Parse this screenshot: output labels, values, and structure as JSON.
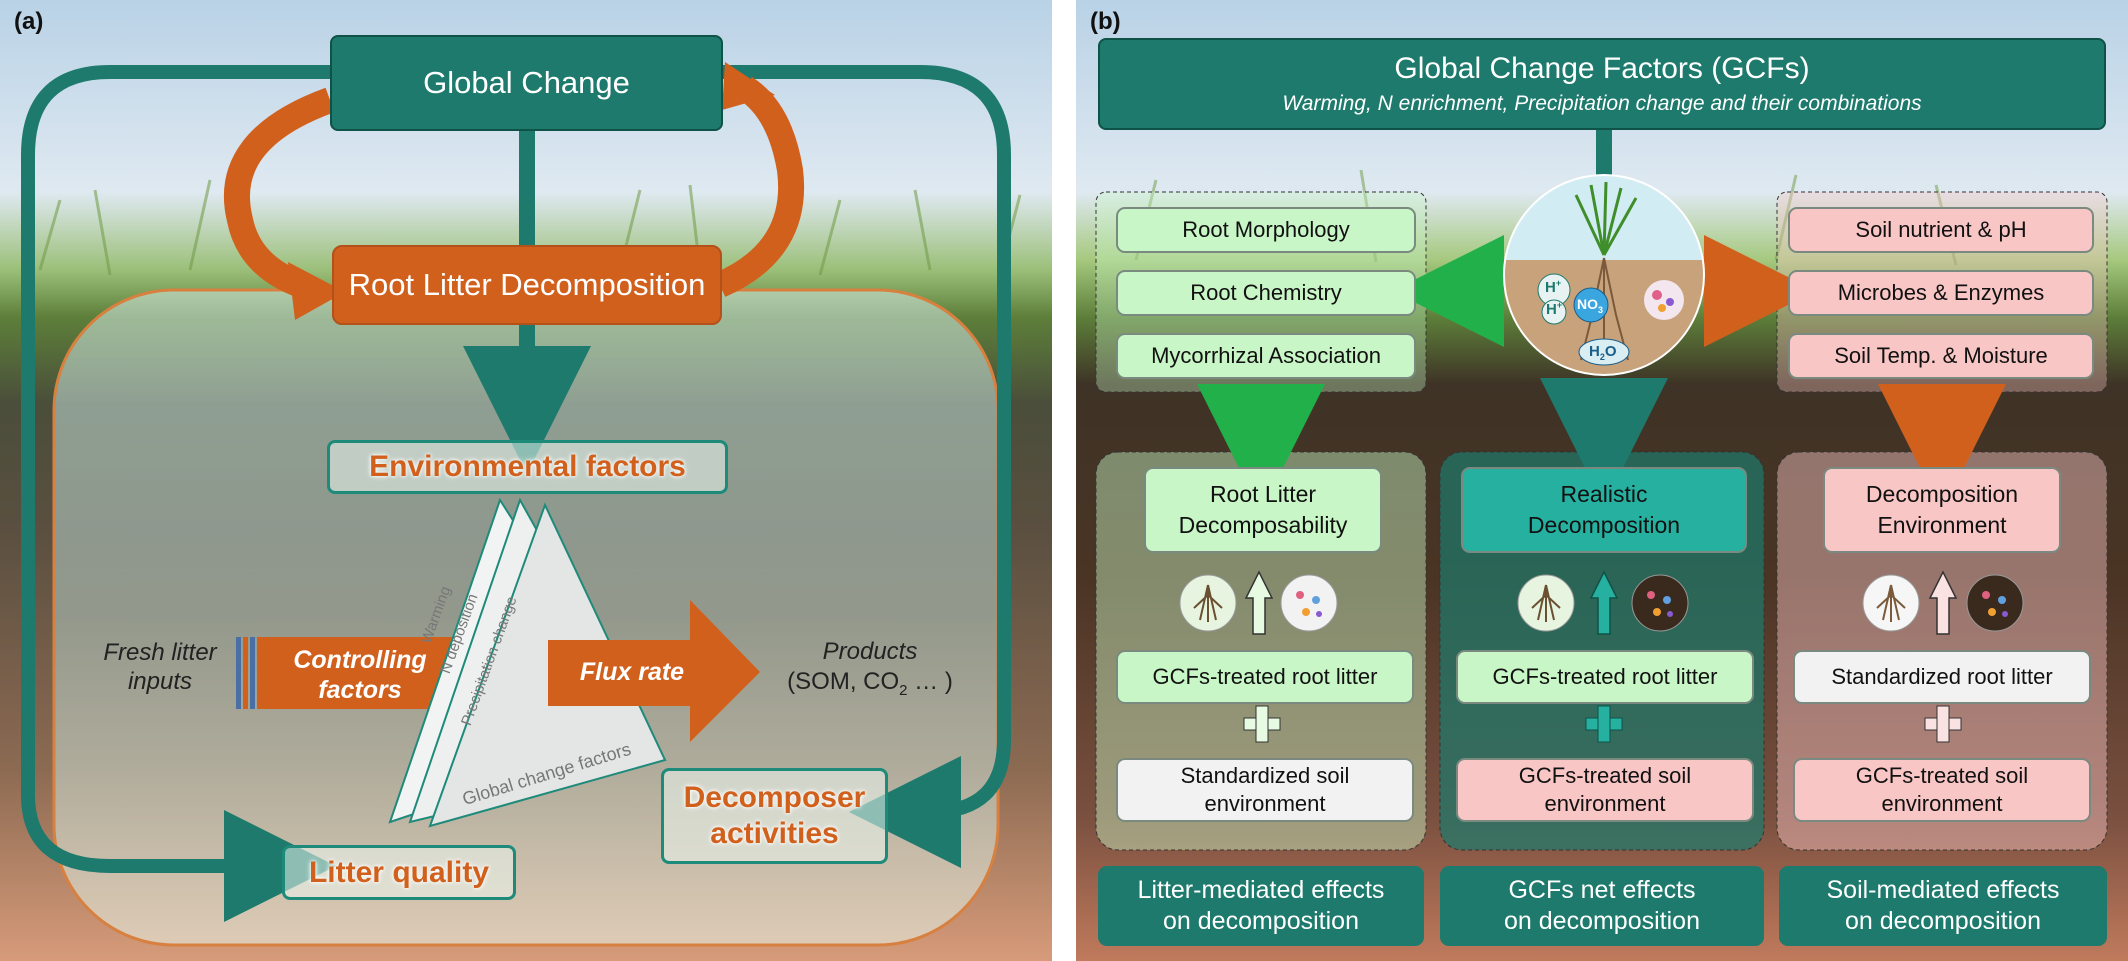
{
  "panel_a": {
    "label": "(a)",
    "global_change": "Global Change",
    "root_litter_decomposition": "Root Litter Decomposition",
    "environmental_factors": "Environmental factors",
    "fresh_litter_inputs": [
      "Fresh litter",
      "inputs"
    ],
    "controlling_factors": [
      "Controlling",
      "factors"
    ],
    "flux_rate": "Flux rate",
    "products_line1": "Products",
    "products_line2": "(SOM, CO",
    "products_sub": "2",
    "products_tail": " … )",
    "triangle_labels": [
      "Warming",
      "N deposition",
      "Precipitation change",
      "Global change factors"
    ],
    "decomposer_activities": [
      "Decomposer",
      "activities"
    ],
    "litter_quality": "Litter quality"
  },
  "panel_b": {
    "label": "(b)",
    "title": "Global Change Factors (GCFs)",
    "subtitle": "Warming, N enrichment, Precipitation change and their combinations",
    "root_traits": [
      "Root Morphology",
      "Root Chemistry",
      "Mycorrhizal Association"
    ],
    "soil_traits": [
      "Soil nutrient & pH",
      "Microbes & Enzymes",
      "Soil Temp. & Moisture"
    ],
    "center_symbols": {
      "h1": "H",
      "h2": "H",
      "no3": "NO",
      "no3_sub": "3",
      "h2o_a": "H",
      "h2o_sub": "2",
      "h2o_b": "O"
    },
    "columns": [
      {
        "top": [
          "Root Litter",
          "Decomposability"
        ],
        "litter": "GCFs-treated root litter",
        "soil": [
          "Standardized soil",
          "environment"
        ],
        "effect": [
          "Litter-mediated effects",
          "on decomposition"
        ]
      },
      {
        "top": [
          "Realistic",
          "Decomposition"
        ],
        "litter": "GCFs-treated root litter",
        "soil": [
          "GCFs-treated soil",
          "environment"
        ],
        "effect": [
          "GCFs net effects",
          "on decomposition"
        ]
      },
      {
        "top": [
          "Decomposition",
          "Environment"
        ],
        "litter": "Standardized root litter",
        "soil": [
          "GCFs-treated soil",
          "environment"
        ],
        "effect": [
          "Soil-mediated effects",
          "on decomposition"
        ]
      }
    ],
    "plus": "+"
  },
  "colors": {
    "teal": "#1d7a6c",
    "orange": "#d2601d",
    "green": "#c9f6c6",
    "pink": "#f9c6c6",
    "bright_teal": "#25b0a0"
  }
}
